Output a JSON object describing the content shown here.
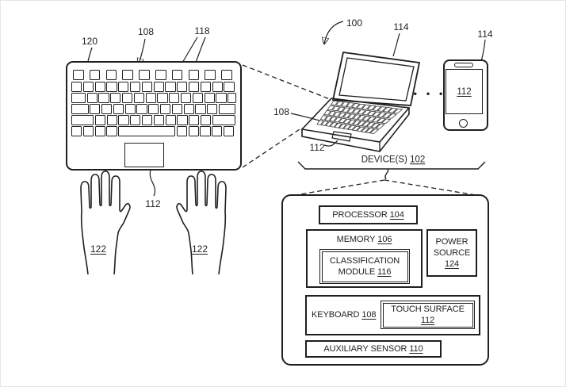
{
  "figure_labels": {
    "system": "100",
    "keyboard": "108",
    "keycap_row": "120",
    "key_pair": "118",
    "touch_surface": "112",
    "left_hand": "122",
    "right_hand": "122",
    "laptop_display": "114",
    "laptop_keyboard": "108",
    "laptop_touch_surface": "112",
    "phone": "114",
    "phone_screen": "112",
    "ellipsis": "• • •"
  },
  "devices_group": {
    "label": "DEVICE(S)",
    "ref": "102"
  },
  "block_diagram": {
    "processor": {
      "label": "PROCESSOR",
      "ref": "104"
    },
    "memory": {
      "label": "MEMORY",
      "ref": "106"
    },
    "classification_module": {
      "line1": "CLASSIFICATION",
      "line2": "MODULE",
      "ref": "116"
    },
    "power_source": {
      "line1": "POWER",
      "line2": "SOURCE",
      "ref": "124"
    },
    "keyboard": {
      "label": "KEYBOARD",
      "ref": "108"
    },
    "touch_surface": {
      "line1": "TOUCH SURFACE",
      "ref": "112"
    },
    "auxiliary_sensor": {
      "label": "AUXILIARY SENSOR",
      "ref": "110"
    }
  },
  "colors": {
    "line": "#1f1f1f",
    "background": "#ffffff"
  }
}
